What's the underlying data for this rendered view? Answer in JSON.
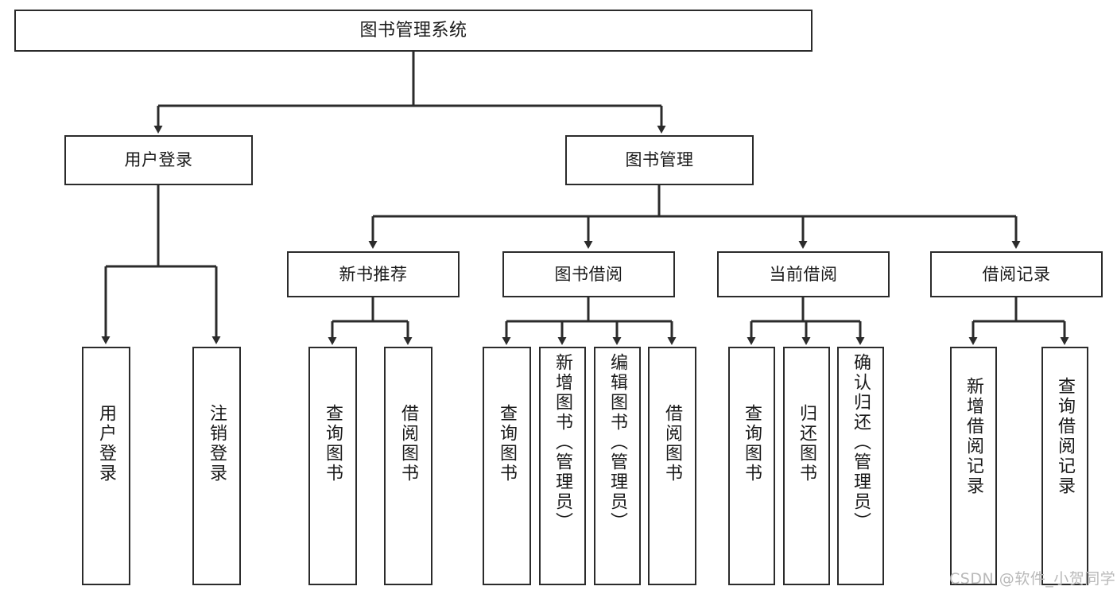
{
  "diagram": {
    "type": "tree-hierarchy",
    "title": "图书管理系统",
    "watermark": "CSDN @软件_小贺同学",
    "stroke_color": "#2b2b2b",
    "fill_color": "#ffffff",
    "text_color": "#1a1a1a",
    "watermark_color": "#b9b9b9"
  },
  "nodes": {
    "root": {
      "label": "图书管理系统",
      "level": 1
    },
    "level2": [
      {
        "id": "user-login",
        "label": "用户登录"
      },
      {
        "id": "book-manage",
        "label": "图书管理"
      }
    ],
    "level3": [
      {
        "id": "new-book-recommend",
        "label": "新书推荐",
        "parent": "book-manage"
      },
      {
        "id": "book-borrow",
        "label": "图书借阅",
        "parent": "book-manage"
      },
      {
        "id": "current-borrow",
        "label": "当前借阅",
        "parent": "book-manage"
      },
      {
        "id": "borrow-record",
        "label": "借阅记录",
        "parent": "book-manage"
      }
    ],
    "leaves": [
      {
        "id": "leaf-user-login",
        "label": "用户登录",
        "parent": "user-login"
      },
      {
        "id": "leaf-user-logout",
        "label": "注销登录",
        "parent": "user-login"
      },
      {
        "id": "leaf-query-book-1",
        "label": "查询图书",
        "parent": "new-book-recommend"
      },
      {
        "id": "leaf-borrow-book-1",
        "label": "借阅图书",
        "parent": "new-book-recommend"
      },
      {
        "id": "leaf-query-book-2",
        "label": "查询图书",
        "parent": "book-borrow"
      },
      {
        "id": "leaf-add-book",
        "label": "新增图书（管理员）",
        "parent": "book-borrow"
      },
      {
        "id": "leaf-edit-book",
        "label": "编辑图书（管理员）",
        "parent": "book-borrow"
      },
      {
        "id": "leaf-borrow-book-2",
        "label": "借阅图书",
        "parent": "book-borrow"
      },
      {
        "id": "leaf-query-book-3",
        "label": "查询图书",
        "parent": "current-borrow"
      },
      {
        "id": "leaf-return-book",
        "label": "归还图书",
        "parent": "current-borrow"
      },
      {
        "id": "leaf-confirm-return",
        "label": "确认归还（管理员）",
        "parent": "current-borrow"
      },
      {
        "id": "leaf-add-record",
        "label": "新增借阅记录",
        "parent": "borrow-record"
      },
      {
        "id": "leaf-query-record",
        "label": "查询借阅记录",
        "parent": "borrow-record"
      }
    ]
  }
}
